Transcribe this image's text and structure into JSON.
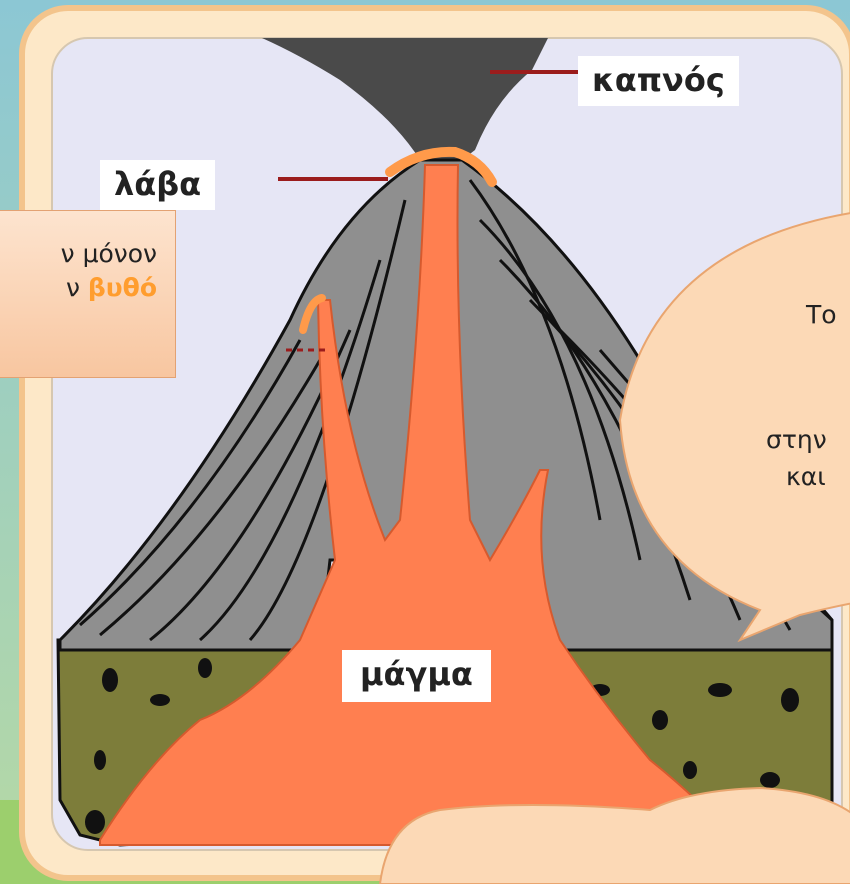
{
  "labels": {
    "smoke": "καπνός",
    "lava": "λάβα",
    "magma": "μάγμα"
  },
  "note_left": {
    "line1": "ν μόνον",
    "line2_prefix": "ν ",
    "line2_highlight": "βυθό"
  },
  "bubble_right": {
    "line1": "Το",
    "line2": "στην",
    "line3": "και"
  },
  "colors": {
    "lava": "#ff7f50",
    "lava_edge": "#ff9a4a",
    "cone_gray": "#8f8f8f",
    "smoke": "#4a4a4a",
    "ground": "#7d7d3a",
    "sky": "#e6e6f5",
    "frame": "#fde8c8",
    "bubble": "#fcd9b6",
    "leader_line": "#9b1c1c",
    "highlight": "#ff9d2e"
  }
}
